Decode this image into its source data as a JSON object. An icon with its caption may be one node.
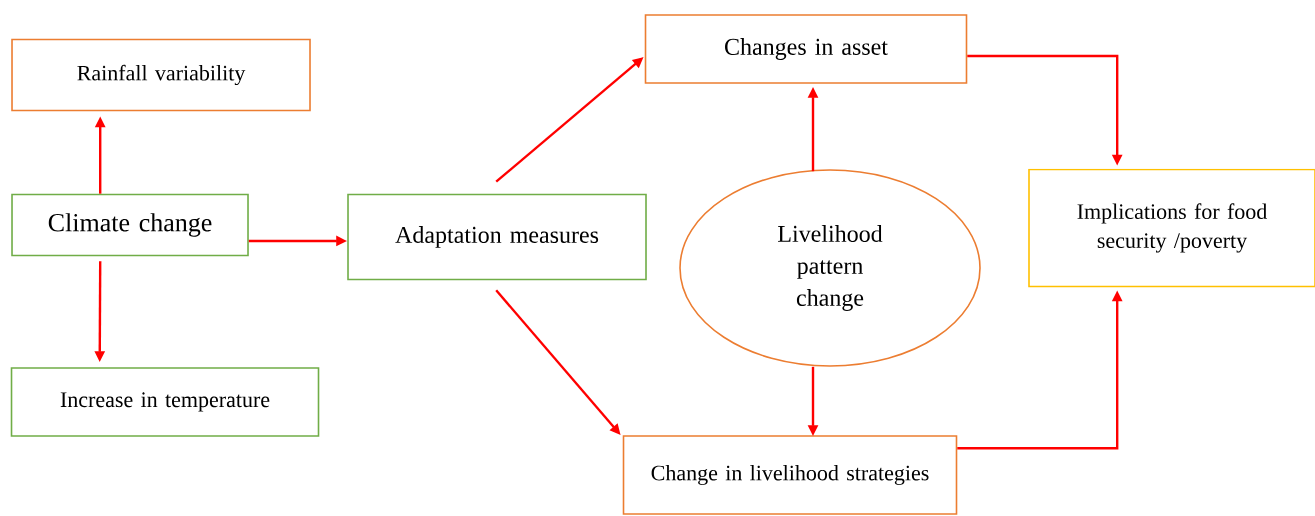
{
  "diagram": {
    "nodes": [
      {
        "text": [
          "Rainfall variability"
        ]
      },
      {
        "text": [
          "Climate change"
        ]
      },
      {
        "text": [
          "Increase in temperature"
        ]
      },
      {
        "text": [
          "Adaptation measures"
        ]
      },
      {
        "text": [
          "Changes in asset"
        ]
      },
      {
        "text": [
          "Livelihood pattern change"
        ]
      },
      {
        "text": [
          "Implications for food security /poverty"
        ]
      },
      {
        "text": [
          "Change in livelihood strategies"
        ]
      }
    ],
    "edges": [
      {
        "from": 1,
        "to": 0,
        "arrow": "to"
      },
      {
        "from": 1,
        "to": 2,
        "arrow": "to"
      },
      {
        "from": 1,
        "to": 3,
        "arrow": "to"
      },
      {
        "from": 3,
        "to": 4,
        "arrow": "to"
      },
      {
        "from": 3,
        "to": 7,
        "arrow": "to"
      },
      {
        "from": 5,
        "to": 4,
        "arrow": "to"
      },
      {
        "from": 5,
        "to": 7,
        "arrow": "to"
      },
      {
        "from": 4,
        "to": 6,
        "arrow": "to"
      },
      {
        "from": 7,
        "to": 6,
        "arrow": "to"
      }
    ]
  }
}
